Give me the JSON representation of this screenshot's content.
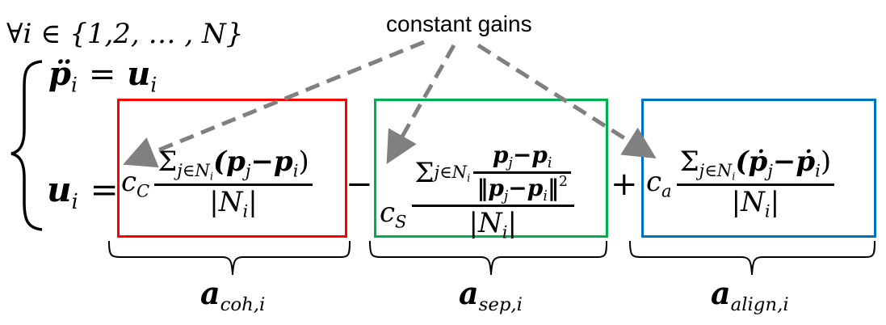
{
  "header": {
    "forall": "∀",
    "index": "i",
    "in": "∈",
    "set": "{1,2, … , N}"
  },
  "system": {
    "eq1_lhs": "p̈",
    "eq1_lhs_sub": "i",
    "eq1_eq": "=",
    "eq1_rhs": "u",
    "eq1_rhs_sub": "i",
    "eq2_lhs": "u",
    "eq2_lhs_sub": "i",
    "eq2_eq": "="
  },
  "annotation": {
    "text": "constant gains",
    "arrow_color": "#808080"
  },
  "terms": [
    {
      "id": "cohesion",
      "color": "#ff0000",
      "gain": "c",
      "gain_sub": "C",
      "numerator": "Σ",
      "numerator_sub": "j∈N",
      "numerator_subsub": "i",
      "numerator_expr": "(p",
      "numerator_expr_sub1": "j",
      "numerator_expr_mid": "−p",
      "numerator_expr_sub2": "i",
      "numerator_expr_end": ")",
      "denominator": "|N",
      "denominator_sub": "i",
      "denominator_end": "|",
      "brace_label": "a",
      "brace_label_sub": "coh,i"
    },
    {
      "id": "separation",
      "operator_before": "−",
      "color": "#00b050",
      "gain": "c",
      "gain_sub": "S",
      "numerator": "Σ",
      "numerator_sub": "j∈N",
      "numerator_subsub": "i",
      "inner_num": "p",
      "inner_num_sub1": "j",
      "inner_num_mid": "−p",
      "inner_num_sub2": "i",
      "inner_den_open": "‖p",
      "inner_den_sub1": "j",
      "inner_den_mid": "−p",
      "inner_den_sub2": "i",
      "inner_den_close": "‖",
      "inner_den_sup": "2",
      "denominator": "|N",
      "denominator_sub": "i",
      "denominator_end": "|",
      "brace_label": "a",
      "brace_label_sub": "sep,i"
    },
    {
      "id": "alignment",
      "operator_before": "+",
      "color": "#0070c0",
      "gain": "c",
      "gain_sub": "a",
      "numerator": "Σ",
      "numerator_sub": "j∈N",
      "numerator_subsub": "i",
      "numerator_expr": "(ṗ",
      "numerator_expr_sub1": "j",
      "numerator_expr_mid": "−ṗ",
      "numerator_expr_sub2": "i",
      "numerator_expr_end": ")",
      "denominator": "|N",
      "denominator_sub": "i",
      "denominator_end": "|",
      "brace_label": "a",
      "brace_label_sub": "align,i"
    }
  ]
}
